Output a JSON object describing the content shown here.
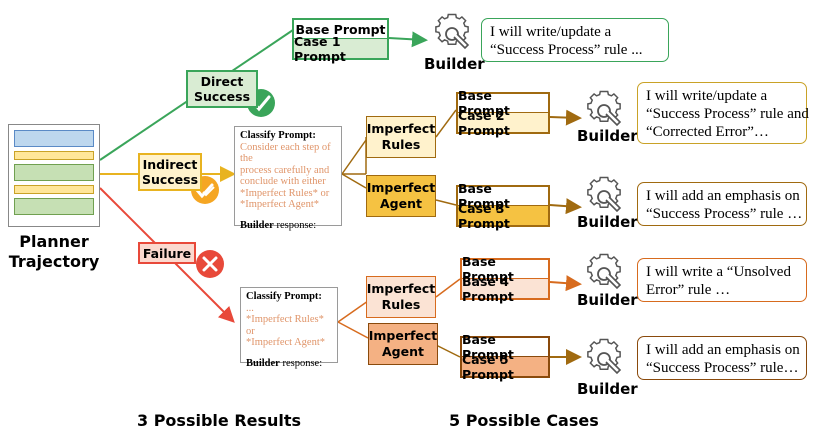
{
  "planner": {
    "label_line1": "Planner",
    "label_line2": "Trajectory"
  },
  "results": {
    "direct": {
      "line1": "Direct",
      "line2": "Success"
    },
    "indirect": {
      "line1": "Indirect",
      "line2": "Success"
    },
    "failure": {
      "label": "Failure"
    }
  },
  "classify_1": {
    "title": "Classify Prompt:",
    "lines": [
      "Consider each step of the",
      "process carefully and",
      "conclude with either",
      "*Imperfect Rules* or",
      "*Imperfect Agent*"
    ],
    "footer_bold": "Builder",
    "footer_rest": " response:"
  },
  "classify_2": {
    "title": "Classify Prompt:",
    "lines": [
      "...",
      "*Imperfect Rules* or",
      "*Imperfect Agent*"
    ],
    "footer_bold": "Builder",
    "footer_rest": " response:"
  },
  "categories": {
    "rules_1": {
      "line1": "Imperfect",
      "line2": "Rules"
    },
    "agent_1": {
      "line1": "Imperfect",
      "line2": "Agent"
    },
    "rules_2": {
      "line1": "Imperfect",
      "line2": "Rules"
    },
    "agent_2": {
      "line1": "Imperfect",
      "line2": "Agent"
    }
  },
  "cases": [
    {
      "base": "Base Prompt",
      "case": "Case 1 Prompt"
    },
    {
      "base": "Base Prompt",
      "case": "Case 2 Prompt"
    },
    {
      "base": "Base Prompt",
      "case": "Case 3 Prompt"
    },
    {
      "base": "Base Prompt",
      "case": "Base 4 Prompt"
    },
    {
      "base": "Base Prompt",
      "case": "Case 5 Prompt"
    }
  ],
  "builder_label": "Builder",
  "responses": [
    {
      "line1": "I will write/update a",
      "line2": "“Success Process” rule ..."
    },
    {
      "line1": "I will write/update a",
      "line2": "“Success Process” rule and",
      "line3": "“Corrected Error”…"
    },
    {
      "line1": "I will add an emphasis on",
      "line2": "“Success Process” rule …"
    },
    {
      "line1": "I will write a “Unsolved",
      "line2": "Error” rule …"
    },
    {
      "line1": "I will add an emphasis on",
      "line2": "“Success Process” rule…"
    }
  ],
  "footer": {
    "left": "3 Possible Results",
    "right": "5 Possible Cases"
  },
  "colors": {
    "green": "#3aa55a",
    "green_fill": "#d9ecd3",
    "yellow": "#e8b320",
    "yellow_fill": "#fff2cc",
    "red": "#e8493a",
    "red_fill": "#fbd9cf",
    "orange": "#d76b1e",
    "orange_fill": "#fbe3d4",
    "brown": "#a06a10",
    "agent_fill": "#f5d27a"
  },
  "icons": [
    "check-badge-icon",
    "check-badge-icon",
    "cross-badge-icon",
    "gear-wrench-icon"
  ]
}
